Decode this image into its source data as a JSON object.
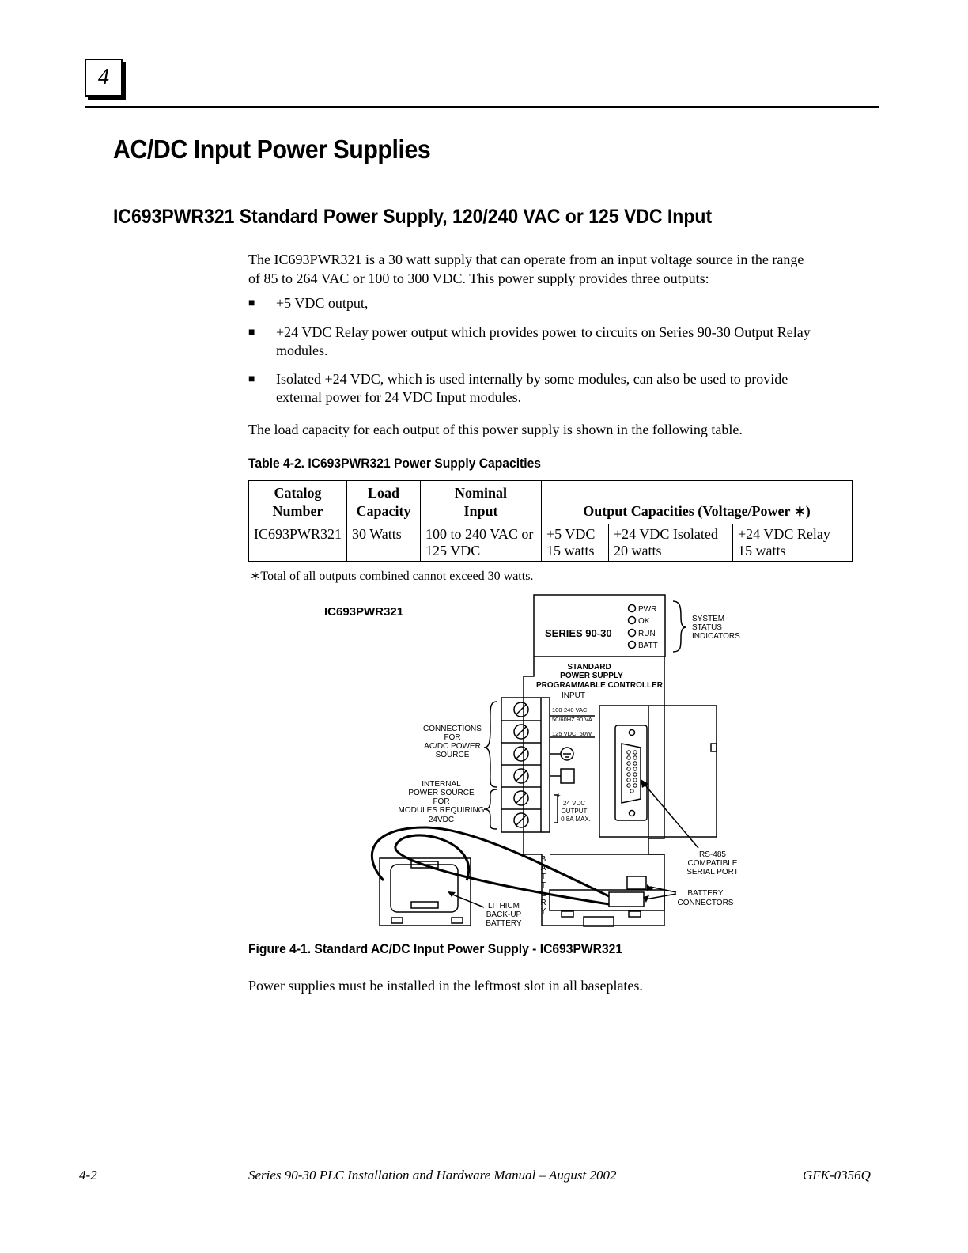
{
  "chapter_number": "4",
  "section_title": "AC/DC Input Power Supplies",
  "subsection_title": "IC693PWR321 Standard Power Supply, 120/240 VAC or 125 VDC Input",
  "intro_line1": "The IC693PWR321 is a 30 watt  supply that can operate from an input voltage source in the range",
  "intro_line2": "of 85 to 264 VAC or 100 to 300 VDC.  This power supply provides three outputs:",
  "bullets": [
    {
      "mark": "■",
      "line1": "+5 VDC output,",
      "line2": ""
    },
    {
      "mark": "■",
      "line1": "+24 VDC Relay power output which provides power to circuits on Series 90-30  Output Relay",
      "line2": "modules."
    },
    {
      "mark": "■",
      "line1": "Isolated +24 VDC, which is used internally by some modules, can also be used to provide",
      "line2": "external power for 24 VDC Input modules."
    }
  ],
  "load_capacity_text": "The load capacity for each output of this power supply is shown in the following table.",
  "table_caption": "Table 4-2.  IC693PWR321 Power Supply Capacities",
  "table": {
    "headers": {
      "catalog_line1": "Catalog",
      "catalog_line2": "Number",
      "load_line1": "Load",
      "load_line2": "Capacity",
      "input_line1": "Nominal",
      "input_line2": "Input",
      "output": "Output Capacities (Voltage/Power ∗)"
    },
    "row": {
      "catalog": "IC693PWR321",
      "load": "30 Watts",
      "input_line1": "100 to 240 VAC or",
      "input_line2": "125 VDC",
      "out1_line1": "+5 VDC",
      "out1_line2": "15 watts",
      "out2_line1": "+24 VDC Isolated",
      "out2_line2": "20  watts",
      "out3_line1": "+24 VDC Relay",
      "out3_line2": "15 watts"
    }
  },
  "footnote": "∗Total of all outputs combined cannot exceed 30 watts.",
  "figure": {
    "model_label": "IC693PWR321",
    "series_label": "SERIES 90-30",
    "indicators": [
      "PWR",
      "OK",
      "RUN",
      "BATT"
    ],
    "system_status": [
      "SYSTEM",
      "STATUS",
      "INDICATORS"
    ],
    "panel_title": [
      "STANDARD",
      "POWER SUPPLY",
      "PROGRAMMABLE CONTROLLER"
    ],
    "input_label": "INPUT",
    "input_spec": [
      "100-240 VAC",
      "50/60HZ 90 VA",
      "125 VDC, 50W"
    ],
    "output_spec": [
      "24 VDC",
      "OUTPUT",
      "0.8A MAX."
    ],
    "connections_label": [
      "CONNECTIONS",
      "FOR",
      "AC/DC POWER",
      "SOURCE"
    ],
    "internal_label": [
      "INTERNAL",
      "POWER SOURCE",
      "FOR",
      "MODULES REQUIRING",
      "24VDC"
    ],
    "rs485_label": [
      "RS-485",
      "COMPATIBLE",
      "SERIAL PORT"
    ],
    "battery_connectors_label": [
      "BATTERY",
      "CONNECTORS"
    ],
    "lithium_label": [
      "LITHIUM",
      "BACK-UP",
      "BATTERY"
    ],
    "battery_vertical": [
      "B",
      "A",
      "T",
      "T",
      "E",
      "R",
      "Y"
    ]
  },
  "figure_caption": "Figure 4-1.  Standard AC/DC Input Power Supply - IC693PWR321",
  "closing_text": "Power supplies must be installed in the leftmost slot in all baseplates.",
  "footer": {
    "page": "4-2",
    "manual": "Series 90-30 PLC Installation and Hardware Manual – August 2002",
    "doc_id": "GFK-0356Q"
  }
}
